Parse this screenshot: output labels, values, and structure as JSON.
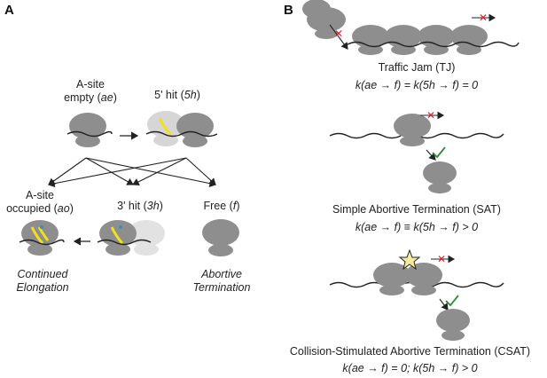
{
  "panels": {
    "a": "A",
    "b": "B"
  },
  "states": {
    "ae": {
      "line1": "A-site",
      "line2": "empty (",
      "abbr": "ae",
      "close": ")"
    },
    "h5": {
      "line1": "5' hit (",
      "abbr": "5h",
      "close": ")"
    },
    "ao": {
      "line1": "A-site",
      "line2": "occupied (",
      "abbr": "ao",
      "close": ")"
    },
    "h3": {
      "line1": "3' hit (",
      "abbr": "3h",
      "close": ")"
    },
    "free": {
      "line1": "Free (",
      "abbr": "f",
      "close": ")"
    }
  },
  "outcomes": {
    "continued": [
      "Continued",
      "Elongation"
    ],
    "abortive": [
      "Abortive",
      "Termination"
    ]
  },
  "scenarios": [
    {
      "title": "Traffic Jam (TJ)",
      "equation": "k(ae → f) = k(5h → f) = 0"
    },
    {
      "title": "Simple Abortive Termination (SAT)",
      "equation": "k(ae → f) ≡ k(5h → f) > 0"
    },
    {
      "title": "Collision-Stimulated Abortive Termination (CSAT)",
      "equation": "k(ae → f) = 0; k(5h → f) > 0"
    }
  ],
  "colors": {
    "ribosome": "#8e8e8e",
    "ribosome_light": "#d6d6d6",
    "trna": "#f2e01c",
    "cross": "#d6222a",
    "check": "#2e8b3e",
    "star": "#f4e9a0"
  }
}
